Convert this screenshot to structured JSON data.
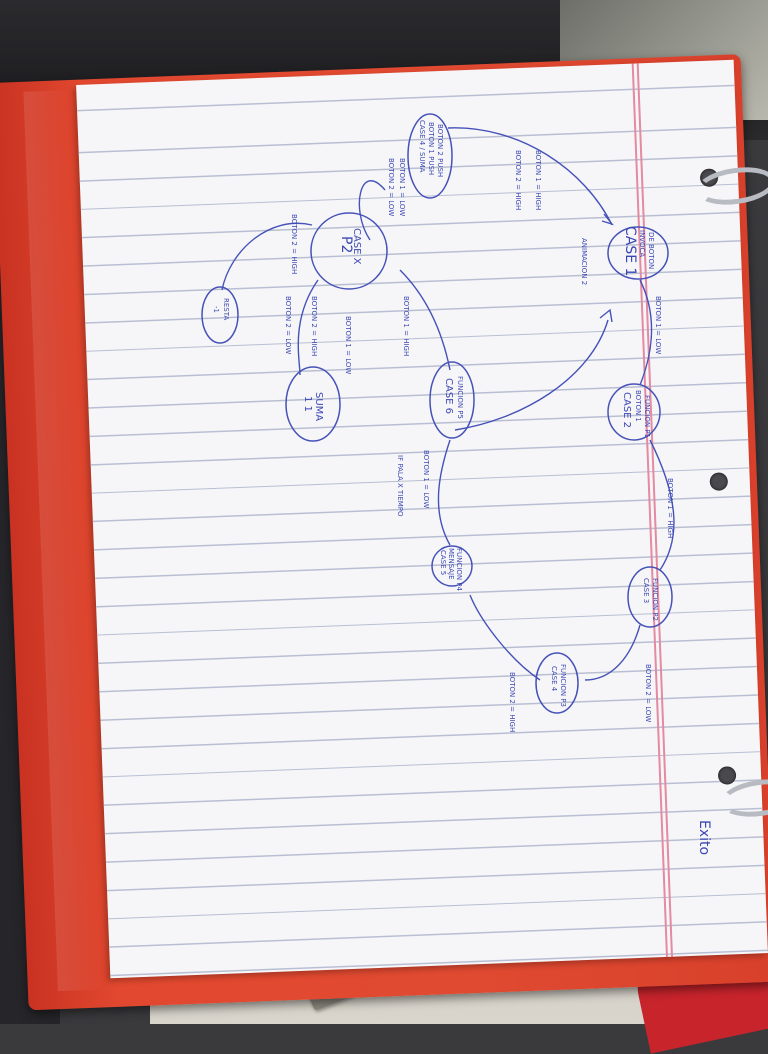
{
  "notes": {
    "corner_label": "Exito",
    "nodes": {
      "case1": "CASE 1",
      "case1_sub1": "INVOCA ",
      "case1_sub2": "DE BOTON",
      "case2": "CASE 2",
      "case2_sub1": "BOTON 1",
      "case2_sub2": "FUNCION P1",
      "case3": "CASE 3",
      "case3_sub": "FUNCION P2",
      "case4": "CASE 4",
      "case4_sub": "FUNCION P3",
      "case5": "CASE 5",
      "case5_sub1": "MENSAJE",
      "case5_sub2": "FUNCION P4",
      "case6": "CASE 6",
      "case6_sub": "FUNCION P5",
      "p2": "P2",
      "case_x": "CASE X",
      "case_top_left": "CASE 4 / SUMA",
      "case_top_left_sub1": "BOTON 1 PUSH",
      "case_top_left_sub2": "BOTON 2 PUSH",
      "suma": "SUMA",
      "suma_sub": "1 1",
      "resta": "RESTA",
      "resta_sub": "-1"
    },
    "transitions": {
      "t_top1": "BOTON 1 = HIGH",
      "t_top2": "BOTON 2 = HIGH",
      "t_anim": "ANIMACION 2",
      "t_c1_c2": "BOTON 1 = LOW",
      "t_c2_c3": "BOTON 1 = HIGH",
      "t_c3_c4": "BOTON 2 = LOW",
      "t_c4_c5": "BOTON 2 = HIGH",
      "t_c6_c5": "BOTON 1 = LOW",
      "t_if": "IF PALA X TIEMPO",
      "t_p2_c6": "BOTON 1 = HIGH",
      "t_left1": "BOTON 1 = LOW",
      "t_left2": "BOTON 2 = LOW",
      "t_suma": "BOTON 1 = LOW",
      "t_suma2": "BOTON 2 = HIGH",
      "t_resta1": "BOTON 2 = HIGH",
      "t_resta2": "BOTON 2 = LOW"
    }
  }
}
